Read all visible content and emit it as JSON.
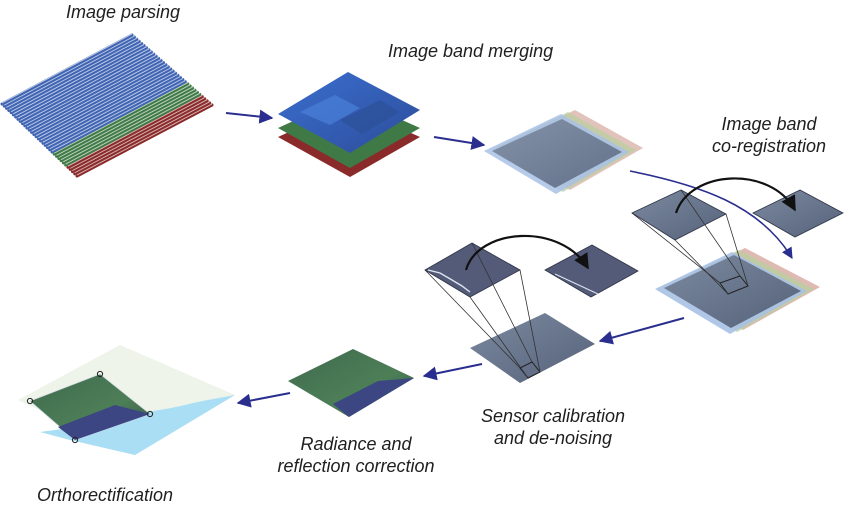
{
  "labels": {
    "image_parsing": "Image parsing",
    "band_merging": "Image band merging",
    "coreg_line1": "Image band",
    "coreg_line2": "co-registration",
    "sensor_line1": "Sensor calibration",
    "sensor_line2": "and de-noising",
    "radiance_line1": "Radiance and",
    "radiance_line2": "reflection correction",
    "orthorectification": "Orthorectification"
  },
  "colors": {
    "arrow": "#2a2f8f",
    "curve_arrow": "#111111",
    "band_blue": "#3f64b3",
    "band_green": "#3f7a46",
    "band_red": "#8a2a2a",
    "scene_dark": "#4d5570",
    "water": "#a9def5",
    "map_bg": "#eaf1e6"
  },
  "icons": [
    "flow-arrow",
    "curved-arrow"
  ]
}
